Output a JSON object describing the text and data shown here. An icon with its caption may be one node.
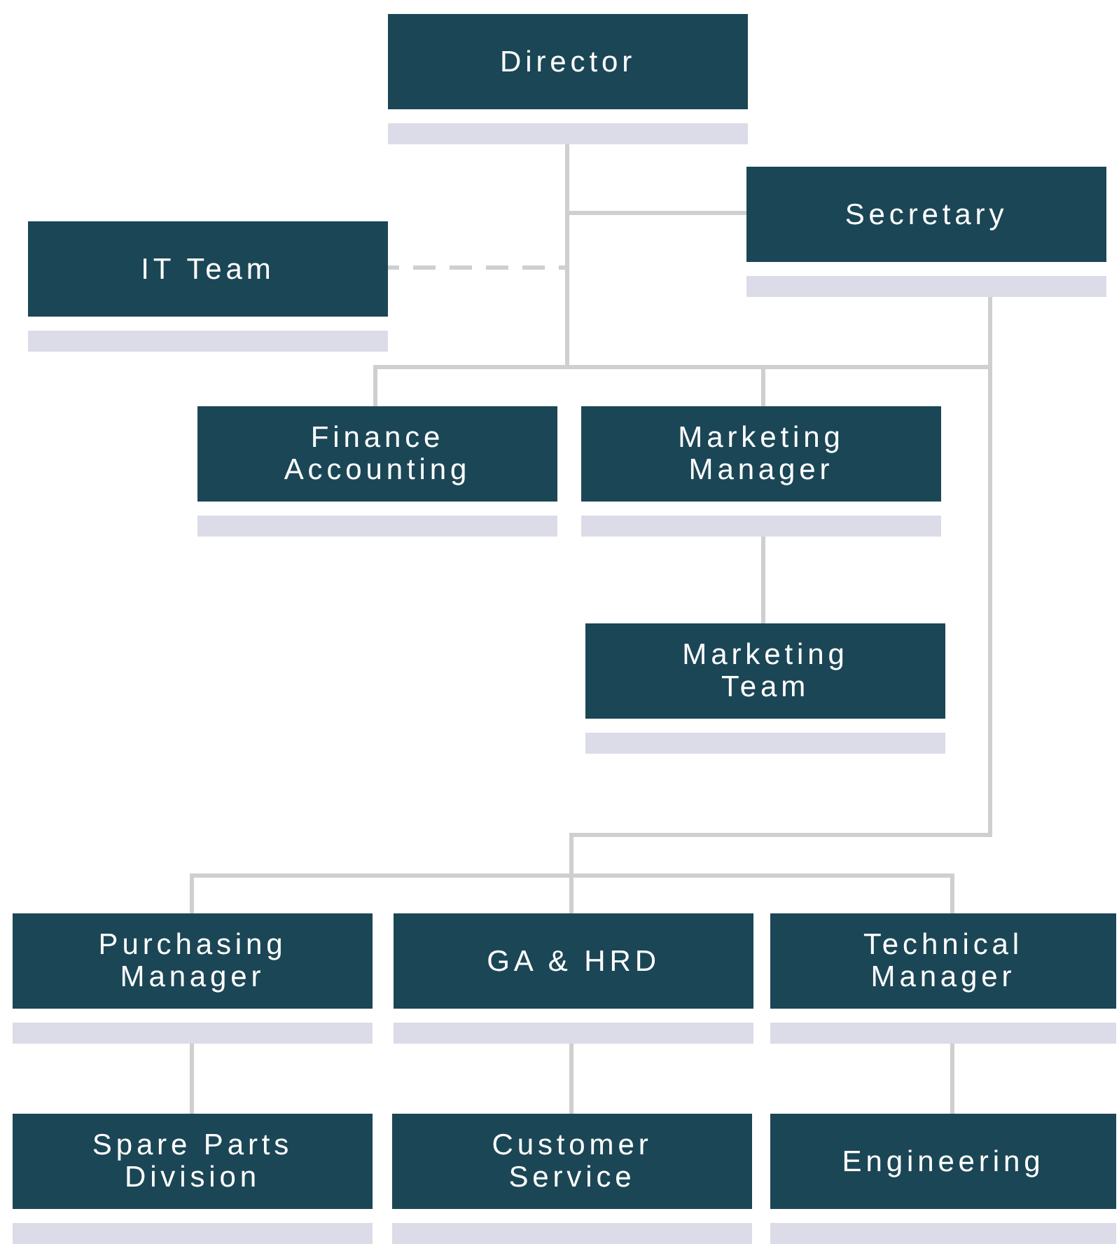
{
  "diagram": {
    "nodes": [
      {
        "text": [
          "Director"
        ]
      },
      {
        "text": [
          "Secretary"
        ]
      },
      {
        "text": [
          "IT Team"
        ]
      },
      {
        "text": [
          "Finance Accounting"
        ]
      },
      {
        "text": [
          "Marketing Manager"
        ]
      },
      {
        "text": [
          "Marketing Team"
        ]
      },
      {
        "text": [
          "Purchasing Manager"
        ]
      },
      {
        "text": [
          "GA & HRD"
        ]
      },
      {
        "text": [
          "Technical Manager"
        ]
      },
      {
        "text": [
          "Spare Parts Division"
        ]
      },
      {
        "text": [
          "Customer Service"
        ]
      },
      {
        "text": [
          "Engineering"
        ]
      }
    ],
    "edges": [
      {
        "from": 0,
        "to": 1,
        "arrow": "none"
      },
      {
        "from": 0,
        "to": 2,
        "arrow": "none",
        "style": "dashed"
      },
      {
        "from": 0,
        "to": 3,
        "arrow": "none"
      },
      {
        "from": 0,
        "to": 4,
        "arrow": "none"
      },
      {
        "from": 1,
        "to": 4,
        "arrow": "none"
      },
      {
        "from": 4,
        "to": 5,
        "arrow": "none"
      },
      {
        "from": 1,
        "to": 6,
        "arrow": "none"
      },
      {
        "from": 1,
        "to": 7,
        "arrow": "none"
      },
      {
        "from": 1,
        "to": 8,
        "arrow": "none"
      },
      {
        "from": 6,
        "to": 9,
        "arrow": "none"
      },
      {
        "from": 7,
        "to": 10,
        "arrow": "none"
      },
      {
        "from": 8,
        "to": 11,
        "arrow": "none"
      }
    ]
  }
}
